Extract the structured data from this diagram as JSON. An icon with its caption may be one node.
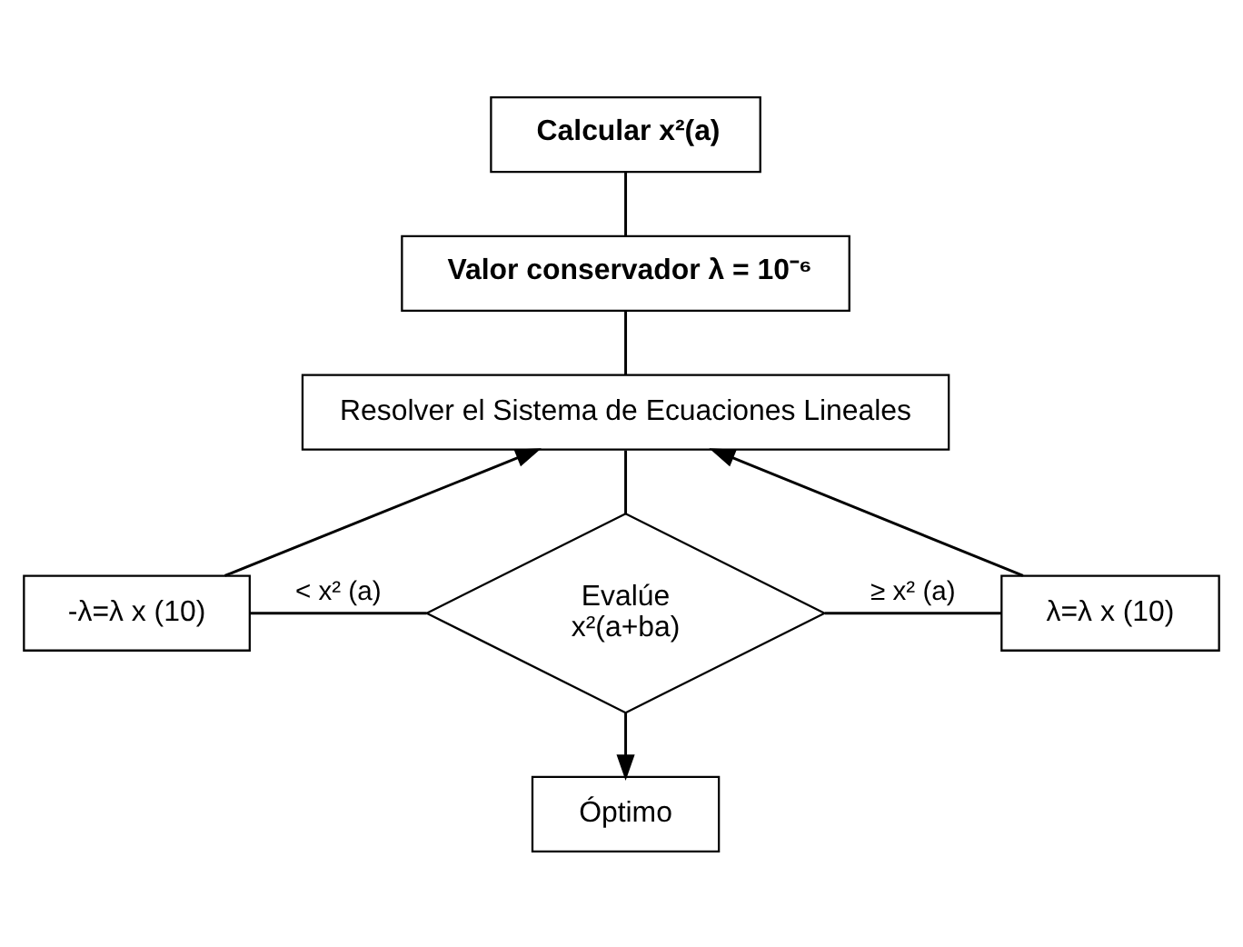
{
  "diagram": {
    "nodes": [
      {
        "text": [
          "Calcular x²(a)"
        ]
      },
      {
        "text": [
          "Valor conservador λ = 10⁻⁶"
        ]
      },
      {
        "text": [
          "Resolver el Sistema de Ecuaciones Lineales"
        ]
      },
      {
        "text": [
          "-λ=λ x (10)"
        ]
      },
      {
        "text": [
          "λ=λ x (10)"
        ]
      },
      {
        "text": [
          "Evalúe",
          "x²(a+ba)"
        ]
      },
      {
        "text": [
          "Óptimo"
        ]
      }
    ],
    "edges": [
      {
        "from": 0,
        "to": 1,
        "arrow": "none"
      },
      {
        "from": 1,
        "to": 2,
        "arrow": "none"
      },
      {
        "from": 2,
        "to": 5,
        "arrow": "none"
      },
      {
        "from": 5,
        "to": 3,
        "arrow": "none",
        "label": "< x² (a)"
      },
      {
        "from": 3,
        "to": 2,
        "arrow": "to"
      },
      {
        "from": 5,
        "to": 4,
        "arrow": "none",
        "label": "≥ x² (a)"
      },
      {
        "from": 4,
        "to": 2,
        "arrow": "to"
      },
      {
        "from": 5,
        "to": 6,
        "arrow": "to"
      }
    ]
  }
}
